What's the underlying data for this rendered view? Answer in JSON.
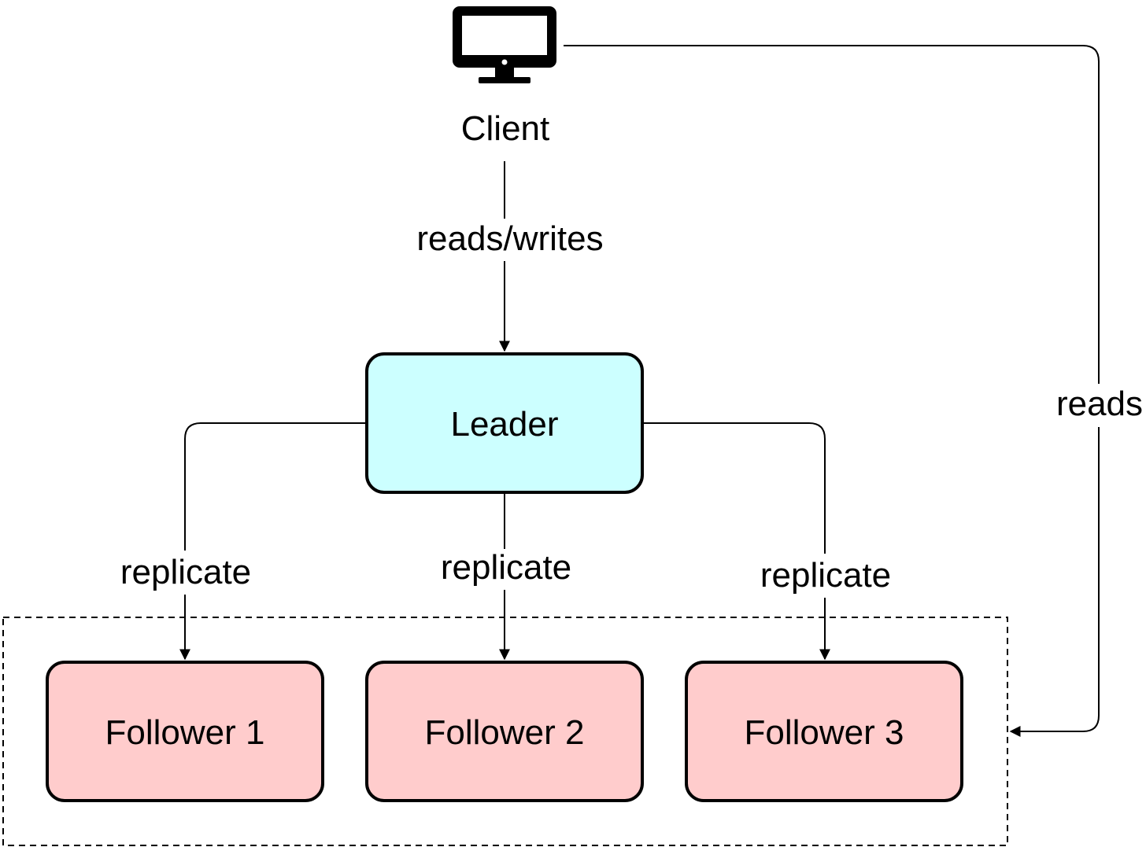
{
  "client": {
    "label": "Client",
    "icon": "monitor-icon"
  },
  "leader": {
    "label": "Leader",
    "fill": "#ccffff"
  },
  "followers": [
    {
      "label": "Follower 1",
      "fill": "#ffcccc"
    },
    {
      "label": "Follower 2",
      "fill": "#ffcccc"
    },
    {
      "label": "Follower 3",
      "fill": "#ffcccc"
    }
  ],
  "edges": {
    "client_to_leader": "reads/writes",
    "client_to_followers": "reads",
    "replicate_1": "replicate",
    "replicate_2": "replicate",
    "replicate_3": "replicate"
  }
}
